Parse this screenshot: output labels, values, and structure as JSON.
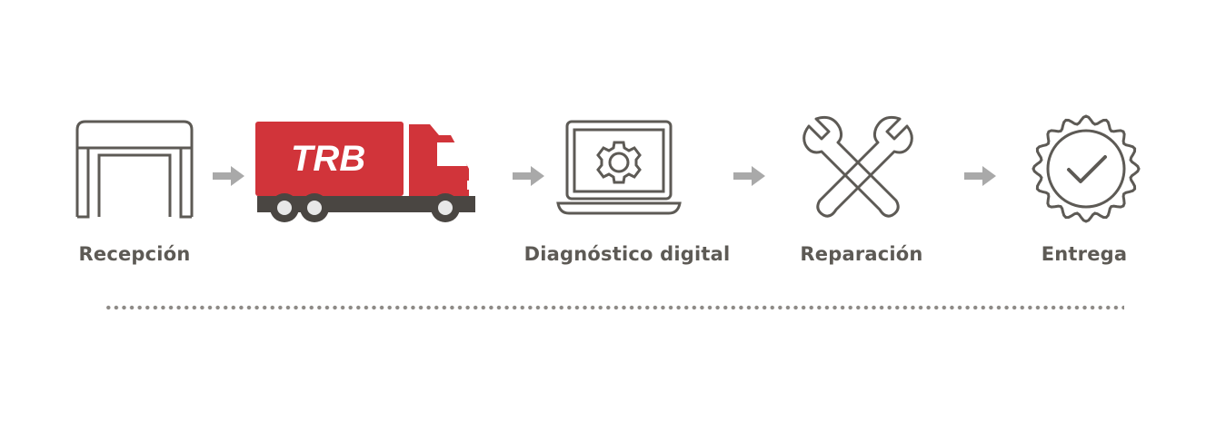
{
  "steps": [
    {
      "label": "Recepción",
      "icon": "garage-door-icon"
    },
    {
      "label": "",
      "icon": "truck-icon",
      "logo_text": "TRB"
    },
    {
      "label": "Diagnóstico digital",
      "icon": "laptop-gear-icon"
    },
    {
      "label": "Reparación",
      "icon": "crossed-wrenches-icon"
    },
    {
      "label": "Entrega",
      "icon": "check-badge-icon"
    }
  ],
  "colors": {
    "icon": "#5d5a55",
    "arrow": "#a9a9a9",
    "truck": "#d1343a",
    "text": "#5d5a55"
  }
}
